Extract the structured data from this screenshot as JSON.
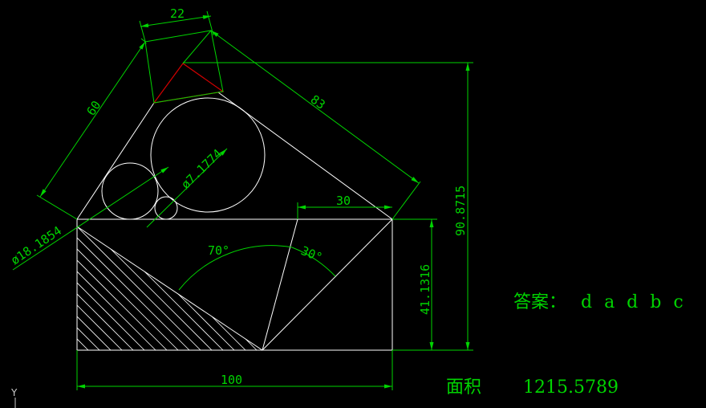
{
  "dimensions": {
    "top_width": "22",
    "left_side": "60",
    "right_side": "83",
    "diameter_small": "ø7.1774",
    "diameter_medium": "ø18.1854",
    "offset_30": "30",
    "total_height": "90.8715",
    "rect_height": "41.1316",
    "bottom_width": "100",
    "angle_70": "70°",
    "angle_30": "30°"
  },
  "answer": {
    "label": "答案：",
    "values": "d a d b c"
  },
  "area": {
    "label": "面积",
    "value": "1215.5789"
  },
  "ucs": {
    "axis_y": "Y"
  },
  "colors": {
    "background": "#000000",
    "geometry": "#ffffff",
    "dimension": "#00d400",
    "highlight": "#d40000"
  }
}
